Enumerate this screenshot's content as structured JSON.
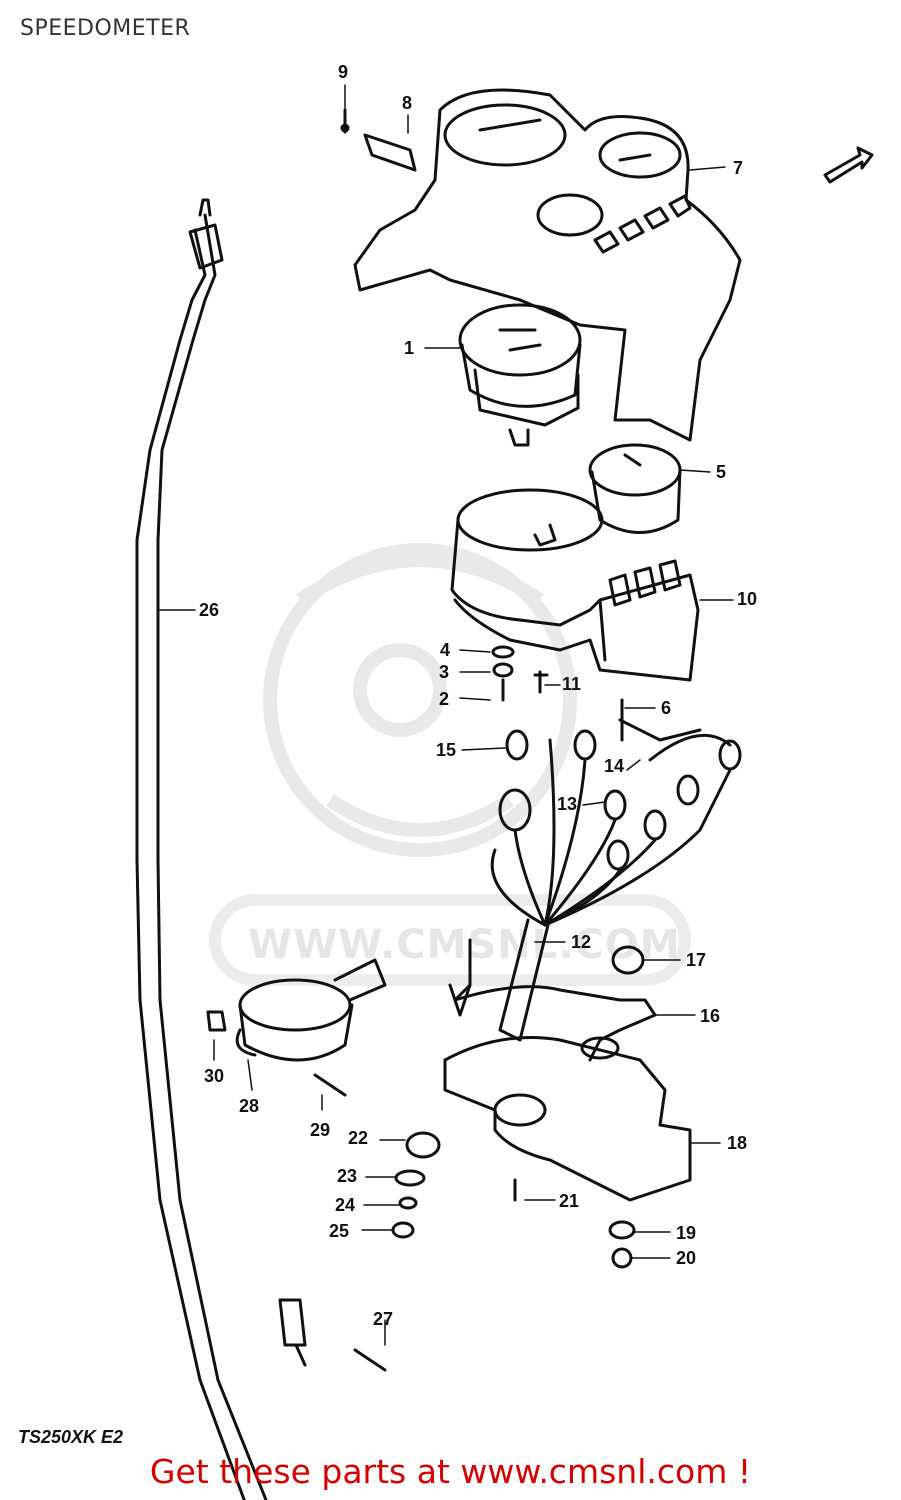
{
  "page": {
    "title": "SPEEDOMETER"
  },
  "watermark": {
    "text": "WWW.CMSNL.COM"
  },
  "model_code": "TS250XK E2",
  "cta": {
    "text": "Get these parts at www.cmsnl.com !"
  },
  "colors": {
    "line": "#111111",
    "cta": "#d40000",
    "watermark": "#e6e6e6"
  },
  "callouts": {
    "c1": "1",
    "c2": "2",
    "c3": "3",
    "c4": "4",
    "c5": "5",
    "c6": "6",
    "c7": "7",
    "c8": "8",
    "c9": "9",
    "c10": "10",
    "c11": "11",
    "c12": "12",
    "c13": "13",
    "c14": "14",
    "c15": "15",
    "c16": "16",
    "c17": "17",
    "c18": "18",
    "c19": "19",
    "c20": "20",
    "c21": "21",
    "c22": "22",
    "c23": "23",
    "c24": "24",
    "c25": "25",
    "c26": "26",
    "c27": "27",
    "c28": "28",
    "c29": "29",
    "c30": "30"
  }
}
